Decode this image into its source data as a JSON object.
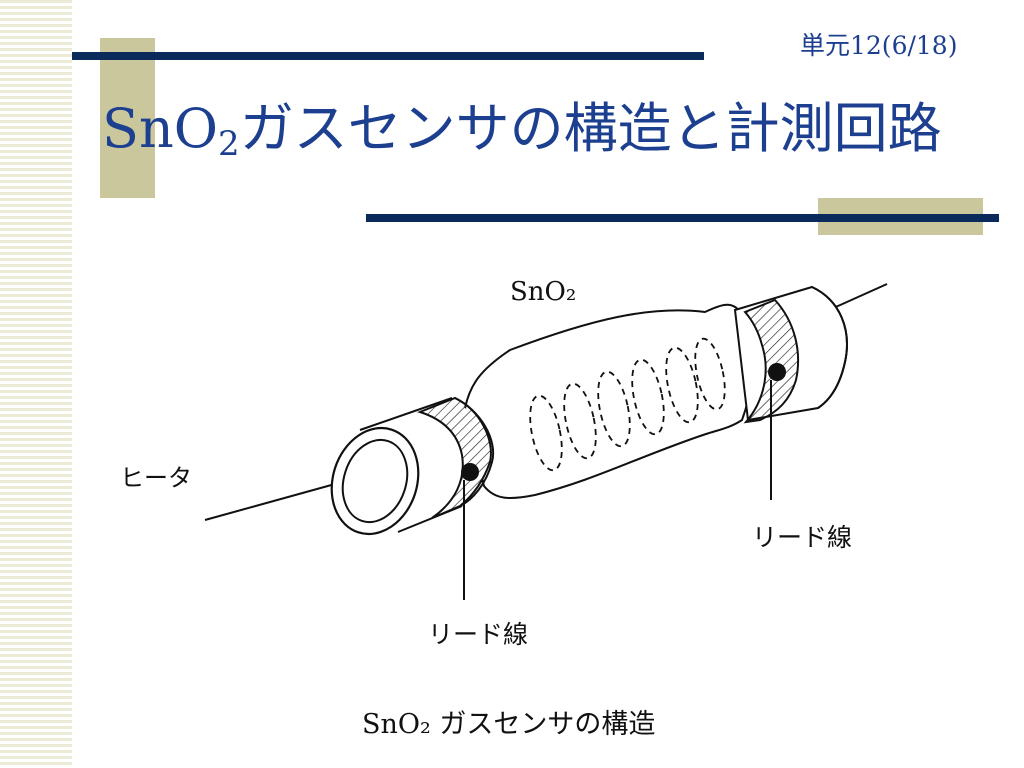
{
  "slide": {
    "page_number": "単元12(6/18)",
    "title_prefix": "SnO",
    "title_subscript": "2",
    "title_suffix": "ガスセンサの構造と計測回路"
  },
  "figure": {
    "sno2_label": "SnO₂",
    "heater_label": "ヒータ",
    "lead_wire_right_label": "リード線",
    "lead_wire_left_label": "リード線",
    "caption": "SnO₂ ガスセンサの構造"
  }
}
